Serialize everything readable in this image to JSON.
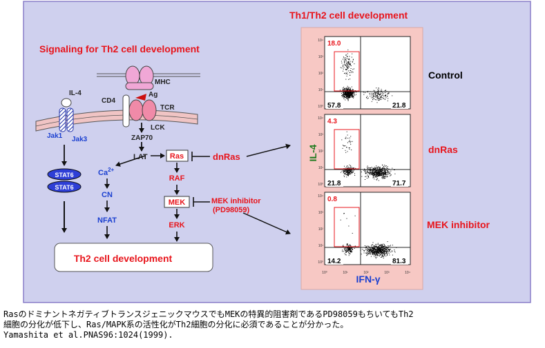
{
  "panel_bg": "#cfd0ee",
  "plot_bg": "#f7c8c4",
  "signaling": {
    "title": "Signaling for Th2 cell development",
    "mhc": "MHC",
    "cd4": "CD4",
    "ag": "Ag",
    "tcr": "TCR",
    "lck": "LCK",
    "zap70": "ZAP70",
    "lat": "LAT",
    "il4": "IL-4",
    "jak1": "Jak1",
    "jak3": "Jak3",
    "stat6_top": "STAT6",
    "stat6_bottom": "STAT6",
    "ca": "Ca",
    "ca_sup": "2+",
    "cn": "CN",
    "nfat": "NFAT",
    "ras": "Ras",
    "raf": "RAF",
    "mek": "MEK",
    "erk": "ERK",
    "dnras": "dnRas",
    "mek_inhibitor_line1": "MEK inhibitor",
    "mek_inhibitor_line2": "(PD98059)",
    "outcome": "Th2 cell development"
  },
  "flow": {
    "title": "Th1/Th2 cell development",
    "y_axis_label": "IL-4",
    "x_axis_label": "IFN-γ",
    "tick_labels": [
      "10⁰",
      "10¹",
      "10²",
      "10³",
      "10⁴"
    ],
    "panels": [
      {
        "condition": "Control",
        "il4_pos_pct": "18.0",
        "double_neg_pct": "57.8",
        "ifng_pos_pct": "21.8"
      },
      {
        "condition": "dnRas",
        "il4_pos_pct": "4.3",
        "double_neg_pct": "21.8",
        "ifng_pos_pct": "71.7"
      },
      {
        "condition": "MEK inhibitor",
        "il4_pos_pct": "0.8",
        "double_neg_pct": "14.2",
        "ifng_pos_pct": "81.3"
      }
    ]
  },
  "caption": {
    "line1": "RasのドミナントネガティブトランスジェニックマウスでもMEKの特異的阻害剤であるPD98059もちいてもTh2",
    "line2": "細胞の分化が低下し、Ras/MAPK系の活性化がTh2細胞の分化に必須であることが分かった。",
    "line3": "Yamashita et al.PNAS96:1024(1999)."
  }
}
